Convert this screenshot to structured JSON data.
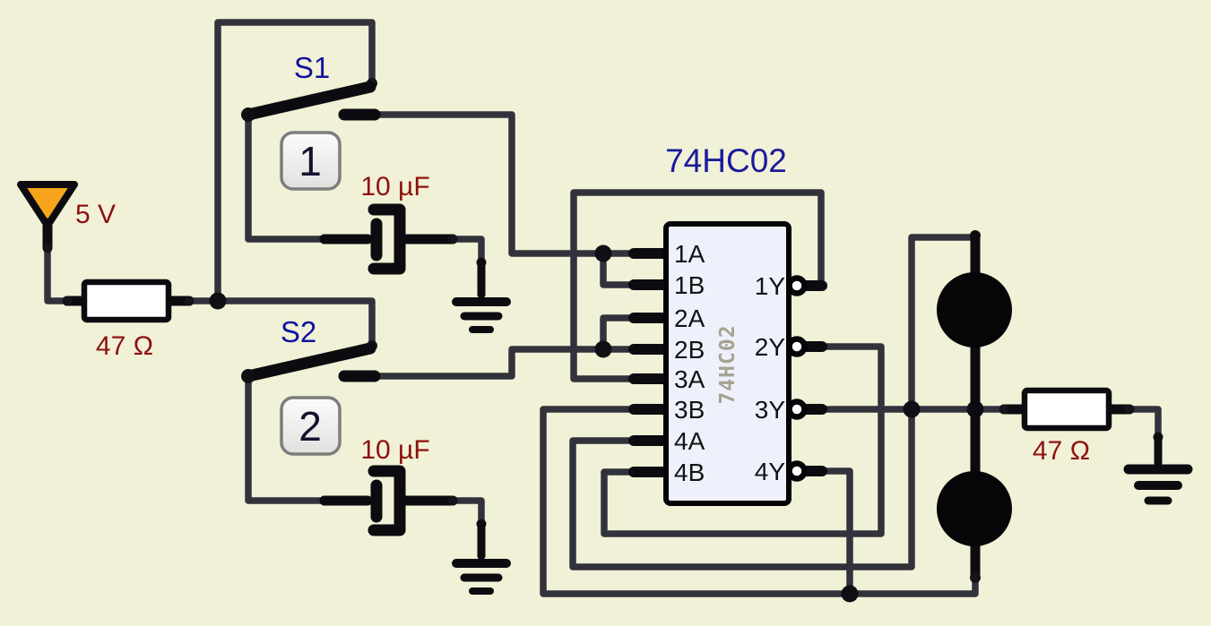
{
  "app": {
    "name": "circuit-simulator-canvas"
  },
  "colors": {
    "background": "#f0f1d6",
    "wire": "#32323c",
    "component_black": "#0c0c10",
    "value_label_red": "#8e1111",
    "reference_label_blue": "#1212a0",
    "chip_title_blue": "#1a1a9c",
    "chip_fill": "#eef1fc",
    "chip_package_text": "#a6a391",
    "source_orange": "#f6a41c",
    "lamp_off": "#060608"
  },
  "source": {
    "label": "5 V"
  },
  "resistor_left": {
    "label": "47 Ω"
  },
  "resistor_right": {
    "label": "47 Ω"
  },
  "switch1": {
    "label": "S1",
    "button_label": "1"
  },
  "switch2": {
    "label": "S2",
    "button_label": "2"
  },
  "capacitor1": {
    "label": "10 µF"
  },
  "capacitor2": {
    "label": "10 µF"
  },
  "chip": {
    "title": "74HC02",
    "package_label": "74HC02",
    "input_pins": [
      "1A",
      "1B",
      "2A",
      "2B",
      "3A",
      "3B",
      "4A",
      "4B"
    ],
    "output_pins": [
      "1Y",
      "2Y",
      "3Y",
      "4Y"
    ]
  }
}
